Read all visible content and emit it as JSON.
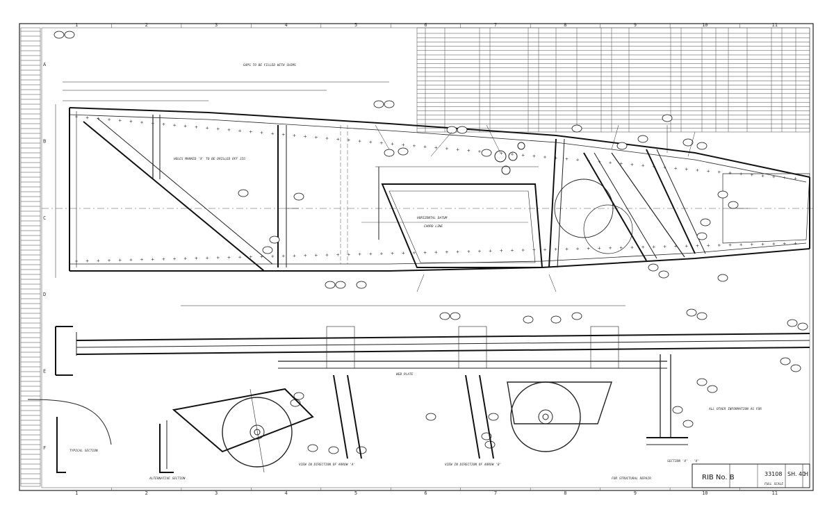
{
  "sheet": {
    "title": "RIB No. B",
    "drawing_number": "33108",
    "sheet_label": "SH. 40",
    "revision": "H",
    "scale_note": "FULL SCALE",
    "zone_columns": [
      "1",
      "2",
      "3",
      "4",
      "5",
      "6",
      "7",
      "8",
      "9",
      "10",
      "11"
    ],
    "zone_rows": [
      "A",
      "B",
      "C",
      "D",
      "E",
      "F"
    ]
  },
  "notes": {
    "view_a": "VIEW IN DIRECTION OF ARROW 'A'",
    "view_b": "VIEW IN DIRECTION OF ARROW 'B'",
    "section_x": "SECTION 'X' - 'X'",
    "typical_section": "TYPICAL SECTION",
    "alternative_section": "ALTERNATIVE SECTION",
    "web_plate": "WEB PLATE",
    "horizontal_datum": "HORIZONTAL DATUM",
    "chord_line": "CHORD LINE",
    "gaps_note": "GAPS TO BE FILLED WITH SHIMS",
    "holes_note": "HOLES MARKED 'X' TO BE DRILLED OFF JIG",
    "general_note": "ALL OTHER INFORMATION AS FOR",
    "spar_note": "FOR STRUCTURAL REPAIR"
  }
}
